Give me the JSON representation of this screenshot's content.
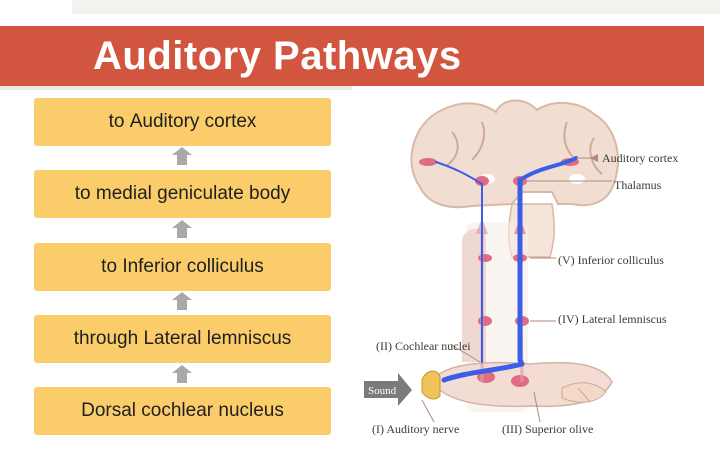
{
  "title": "Auditory Pathways",
  "steps": [
    {
      "prefix": "to ",
      "label": "Auditory cortex"
    },
    {
      "prefix": "to ",
      "label": "medial geniculate body"
    },
    {
      "prefix": "to ",
      "label": "Inferior colliculus"
    },
    {
      "prefix": "through ",
      "label": "Lateral lemniscus"
    },
    {
      "prefix": "",
      "label": "Dorsal cochlear nucleus"
    }
  ],
  "diagram_labels": {
    "auditory_cortex": "Auditory cortex",
    "thalamus": "Thalamus",
    "inferior_colliculus": "(V) Inferior colliculus",
    "lateral_lemniscus": "(IV) Lateral lemniscus",
    "cochlear_nuclei": "(II) Cochlear nuclei",
    "sound": "Sound",
    "auditory_nerve": "(I) Auditory nerve",
    "superior_olive": "(III) Superior olive"
  },
  "colors": {
    "title_bar": "#d2553f",
    "step_box": "#fbcd6a",
    "arrow": "#a9a9a9",
    "pathway_blue": "#3a5ee8"
  }
}
